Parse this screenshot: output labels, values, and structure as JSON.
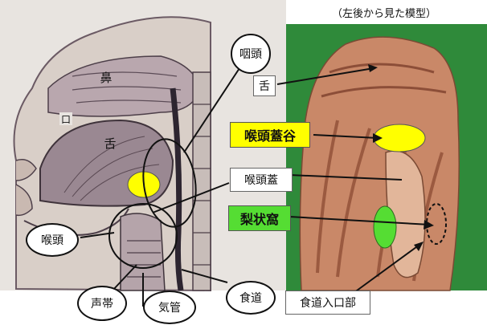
{
  "caption": "（左後から見た模型）",
  "labels": {
    "nose": "鼻",
    "mouth": "口",
    "tongue_left": "舌",
    "pharynx": "咽頭",
    "tongue_right": "舌",
    "vallecula": "喉頭蓋谷",
    "epiglottis": "喉頭蓋",
    "piriform_sinus": "梨状窩",
    "larynx": "喉頭",
    "vocal_cord": "声帯",
    "trachea": "気管",
    "esophagus": "食道",
    "esophageal_inlet": "食道入口部"
  },
  "colors": {
    "vallecula_highlight": "#ffff00",
    "piriform_highlight": "#55dd33",
    "right_bg": "#2f8a3a",
    "left_bg": "#e6e2de"
  }
}
